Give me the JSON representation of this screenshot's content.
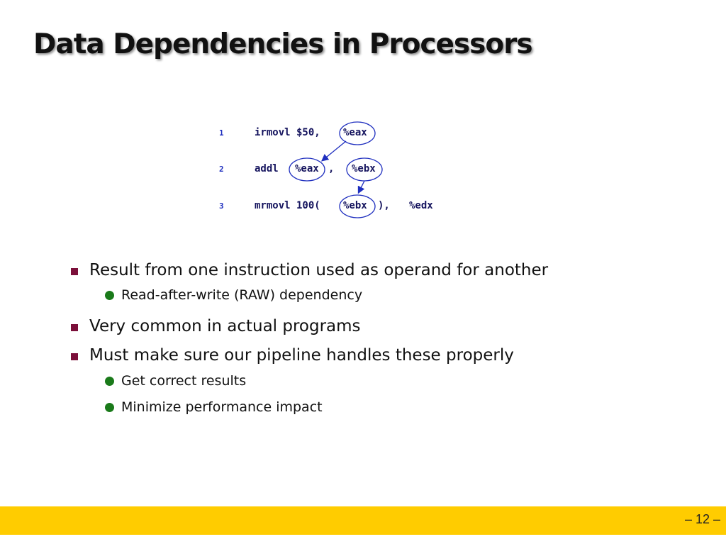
{
  "slide": {
    "title": "Data Dependencies in Processors",
    "page_number": "– 12 –"
  },
  "code": {
    "lines": [
      {
        "num": "1",
        "op": "irmovl $50,",
        "reg1": "%eax"
      },
      {
        "num": "2",
        "op": "addl",
        "reg1": "%eax",
        "sep": ",",
        "reg2": "%ebx"
      },
      {
        "num": "3",
        "op": "mrmovl 100(",
        "reg1": "%ebx",
        "tail": "),",
        "reg2": "%edx"
      }
    ],
    "highlight_color": "#1f2fbf"
  },
  "bullets": [
    {
      "text": "Result from one instruction used as operand for another",
      "sub": [
        "Read-after-write (RAW) dependency"
      ]
    },
    {
      "text": "Very common in actual programs",
      "sub": []
    },
    {
      "text": "Must make sure our pipeline handles these properly",
      "sub": [
        "Get correct results",
        "Minimize performance impact"
      ]
    }
  ],
  "colors": {
    "footer": "#ffcc00",
    "square_bullet": "#7b0f3a",
    "round_bullet": "#1a7a1a"
  }
}
